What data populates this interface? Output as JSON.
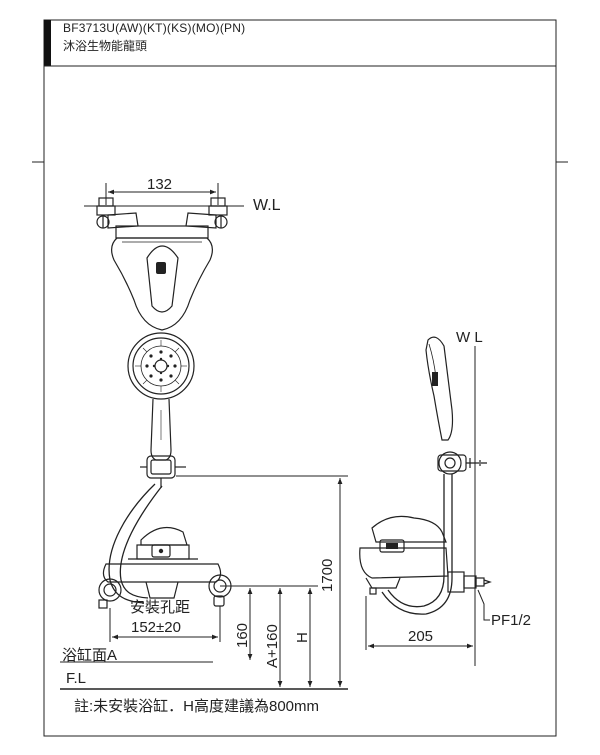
{
  "header": {
    "model": "BF3713U(AW)(KT)(KS)(MO)(PN)",
    "name": "沐浴生物能龍頭"
  },
  "front_view": {
    "top_width_dim": "132",
    "wall_line": "W.L",
    "hole_label": "安裝孔距",
    "hole_spacing_dim": "152±20",
    "dim_160": "160",
    "dim_a160": "A+160",
    "dim_h": "H",
    "dim_1700": "1700",
    "tub_surface": "浴缸面A",
    "floor_line": "F.L"
  },
  "side_view": {
    "wall_line": "W L",
    "depth_dim": "205",
    "inlet_thread": "PF1/2"
  },
  "note": "註:未安裝浴缸．H高度建議為800mm"
}
